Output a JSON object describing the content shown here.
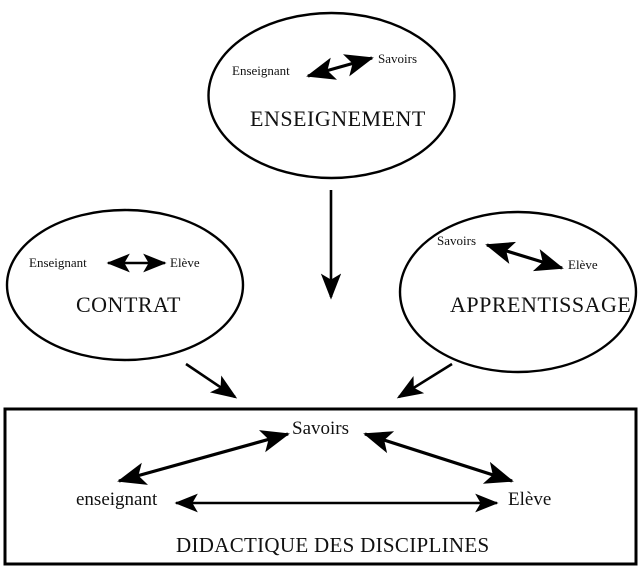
{
  "diagram": {
    "title": "Didactique des disciplines",
    "stroke_color": "#000000",
    "background_color": "#ffffff",
    "nodes": {
      "enseignement": {
        "shape": "ellipse",
        "title": "ENSEIGNEMENT",
        "relation_left": "Enseignant",
        "relation_right": "Savoirs",
        "relation_arrow": "double-headed-diagonal-up-right"
      },
      "contrat": {
        "shape": "ellipse",
        "title": "CONTRAT",
        "relation_left": "Enseignant",
        "relation_right": "Elève",
        "relation_arrow": "double-headed-horizontal"
      },
      "apprentissage": {
        "shape": "ellipse",
        "title": "APPRENTISSAGE",
        "relation_left": "Savoirs",
        "relation_right": "Elève",
        "relation_arrow": "double-headed-diagonal-down-right"
      },
      "didactique": {
        "shape": "rectangle",
        "title": "DIDACTIQUE DES DISCIPLINES",
        "vertex_top": "Savoirs",
        "vertex_left": "enseignant",
        "vertex_right": "Elève",
        "edges": [
          "enseignant <-> Savoirs",
          "Savoirs <-> Elève",
          "enseignant <-> Elève"
        ]
      }
    },
    "connectors": [
      {
        "from": "enseignement",
        "to": "didactique",
        "direction": "down",
        "arrow": "single"
      },
      {
        "from": "contrat",
        "to": "didactique",
        "direction": "down-right",
        "arrow": "single"
      },
      {
        "from": "apprentissage",
        "to": "didactique",
        "direction": "down-left",
        "arrow": "single"
      }
    ]
  }
}
